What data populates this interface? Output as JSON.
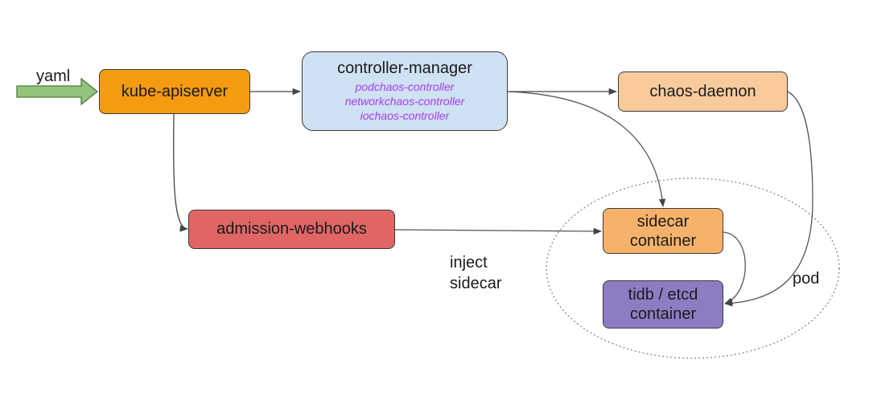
{
  "input_label": "yaml",
  "nodes": {
    "apiserver": {
      "label": "kube-apiserver"
    },
    "controller": {
      "label": "controller-manager",
      "sub_items": [
        "podchaos-controller",
        "networkchaos-controller",
        "iochaos-controller"
      ]
    },
    "daemon": {
      "label": "chaos-daemon"
    },
    "webhooks": {
      "label": "admission-webhooks"
    },
    "sidecar": {
      "label_line1": "sidecar",
      "label_line2": "container"
    },
    "tidb": {
      "label_line1": "tidb / etcd",
      "label_line2": "container"
    }
  },
  "edge_labels": {
    "inject_line1": "inject",
    "inject_line2": "sidecar"
  },
  "group_label": "pod",
  "colors": {
    "apiserver": "#f59b12",
    "controller": "#cfe2f3",
    "daemon": "#f9cb9c",
    "webhooks": "#e06666",
    "sidecar": "#f6b26b",
    "tidb": "#8e7cc3",
    "input_arrow": "#93c47d",
    "sub_text": "#a43cf0"
  }
}
